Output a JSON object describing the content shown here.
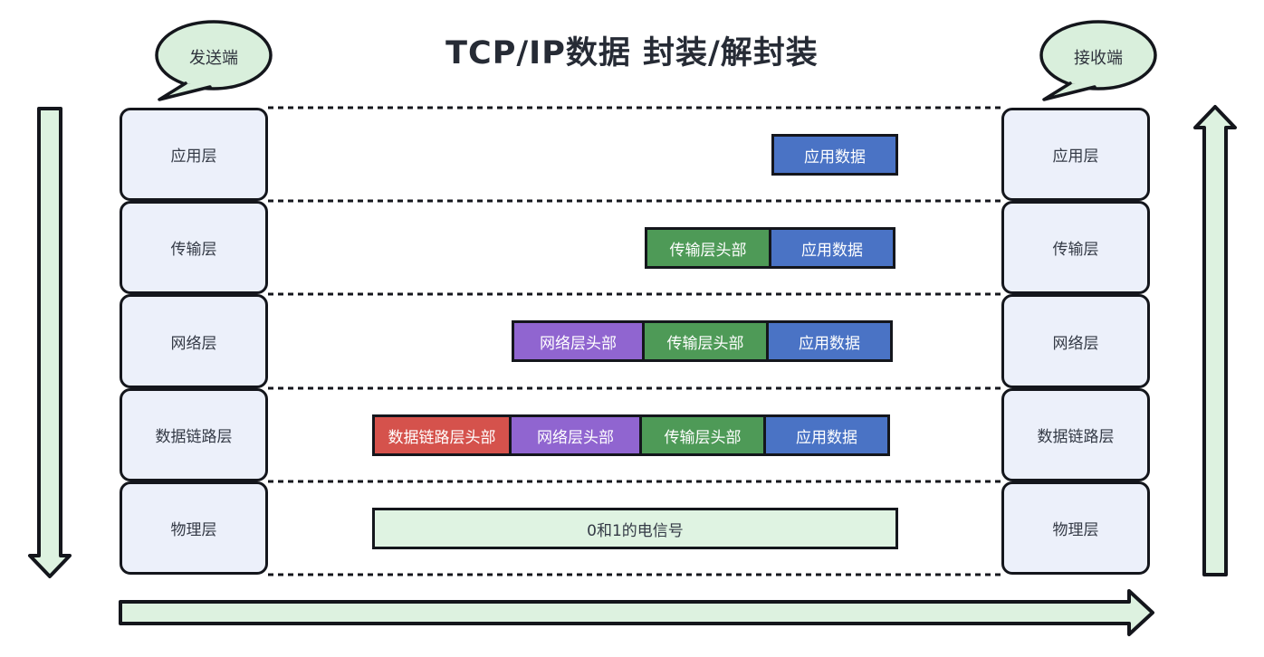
{
  "title": "TCP/IP数据 封装/解封装",
  "endpoints": {
    "sender": "发送端",
    "receiver": "接收端"
  },
  "layers": {
    "left": [
      "应用层",
      "传输层",
      "网络层",
      "数据链路层",
      "物理层"
    ],
    "right": [
      "应用层",
      "传输层",
      "网络层",
      "数据链路层",
      "物理层"
    ]
  },
  "encapsulation_rows": [
    {
      "layer": "应用层",
      "segments": [
        {
          "label": "应用数据",
          "color": "#4a73c5"
        }
      ]
    },
    {
      "layer": "传输层",
      "segments": [
        {
          "label": "传输层头部",
          "color": "#4e9a57"
        },
        {
          "label": "应用数据",
          "color": "#4a73c5"
        }
      ]
    },
    {
      "layer": "网络层",
      "segments": [
        {
          "label": "网络层头部",
          "color": "#9065d0"
        },
        {
          "label": "传输层头部",
          "color": "#4e9a57"
        },
        {
          "label": "应用数据",
          "color": "#4a73c5"
        }
      ]
    },
    {
      "layer": "数据链路层",
      "segments": [
        {
          "label": "数据链路层头部",
          "color": "#d5524c"
        },
        {
          "label": "网络层头部",
          "color": "#9065d0"
        },
        {
          "label": "传输层头部",
          "color": "#4e9a57"
        },
        {
          "label": "应用数据",
          "color": "#4a73c5"
        }
      ]
    },
    {
      "layer": "物理层",
      "segments": [
        {
          "label": "0和1的电信号",
          "color": "#dff3e2"
        }
      ]
    }
  ],
  "arrows": {
    "sender_flow": "down",
    "receiver_flow": "up",
    "transmission_flow": "right"
  },
  "icons": {
    "sender_arrow": "down-arrow-icon",
    "receiver_arrow": "up-arrow-icon",
    "transmission_arrow": "right-arrow-icon",
    "sender_bubble": "speech-bubble-icon",
    "receiver_bubble": "speech-bubble-icon"
  },
  "colors": {
    "background": "#ffffff",
    "title_text": "#262b35",
    "border": "#14161c",
    "layer_box_fill": "#ecf0fa",
    "layer_text": "#343a46",
    "bubble_fill": "#d9efdc",
    "arrow_fill": "#ddf2e0",
    "signal_fill": "#dff3e2",
    "app_data_fill": "#4a73c5",
    "transport_header_fill": "#4e9a57",
    "network_header_fill": "#9065d0",
    "datalink_header_fill": "#d5524c",
    "segment_text": "#ffffff"
  }
}
